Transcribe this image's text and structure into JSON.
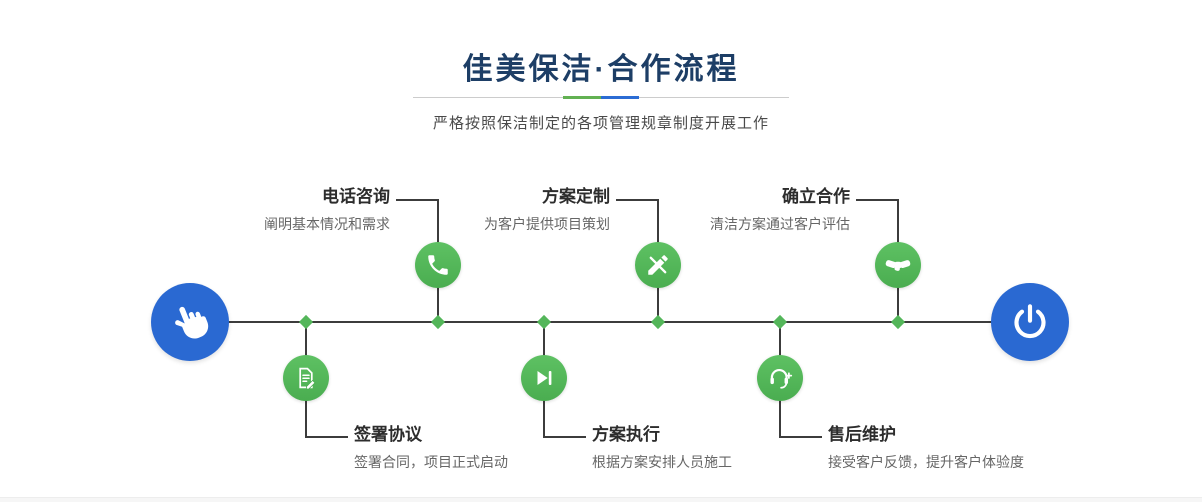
{
  "header": {
    "title": "佳美保洁·合作流程",
    "subtitle": "严格按照保洁制定的各项管理规章制度开展工作"
  },
  "steps": {
    "top": [
      {
        "title": "电话咨询",
        "desc": "阐明基本情况和需求",
        "icon": "phone-icon"
      },
      {
        "title": "方案定制",
        "desc": "为客户提供项目策划",
        "icon": "pencil-ruler-icon"
      },
      {
        "title": "确立合作",
        "desc": "清洁方案通过客户评估",
        "icon": "handshake-icon"
      }
    ],
    "bottom": [
      {
        "title": "签署协议",
        "desc": "签署合同，项目正式启动",
        "icon": "contract-pen-icon"
      },
      {
        "title": "方案执行",
        "desc": "根据方案安排人员施工",
        "icon": "play-step-icon"
      },
      {
        "title": "售后维护",
        "desc": "接受客户反馈，提升客户体验度",
        "icon": "headset-support-icon"
      }
    ]
  },
  "endpoints": {
    "start_icon": "pointing-hand-icon",
    "end_icon": "power-icon"
  },
  "colors": {
    "accent_green": "#54b65a",
    "accent_blue": "#2a69d2",
    "title_navy": "#1d3e66",
    "line_dark": "#3c3c3c"
  }
}
